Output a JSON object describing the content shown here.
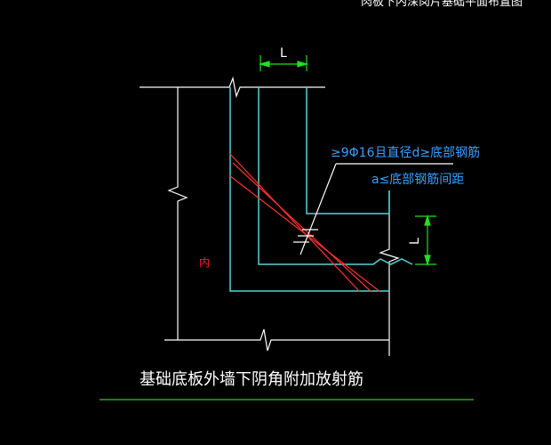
{
  "drawing": {
    "header_partial_text": "肉板下内深岗片基础平面布置图",
    "dimension_top_label": "L",
    "dimension_right_label": "L",
    "annotation_line_1": "≥9Φ16且直径d≥底部钢筋",
    "annotation_line_2": "a≤底部钢筋间距",
    "inner_label": "内",
    "caption": "基础底板外墙下阴角附加放射筋"
  },
  "colors": {
    "background": "#000000",
    "outline": "#ffffff",
    "wall": "#54d2d8",
    "rebar": "#ff3030",
    "dimension": "#20e020",
    "annotation_text": "#3aa0ff",
    "caption_text": "#ffffff",
    "caption_underline": "#22aa22",
    "inner_label": "#ff2020"
  }
}
